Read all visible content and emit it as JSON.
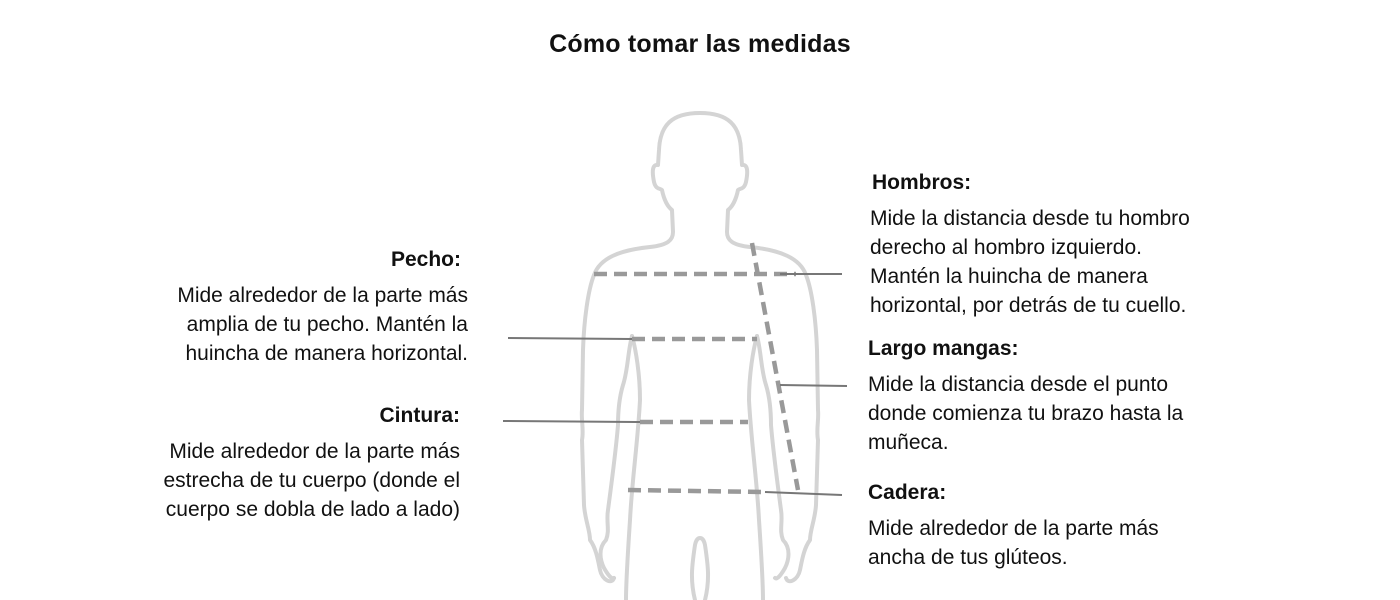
{
  "title": "Cómo tomar las medidas",
  "colors": {
    "body_outline": "#d4d4d4",
    "measure_dash": "#999999",
    "leader_line": "#777777",
    "text": "#111111"
  },
  "measurements": {
    "pecho": {
      "label": "Pecho:",
      "lines": [
        "Mide alrededor de la parte más",
        "amplia de tu pecho. Mantén la",
        "huincha de manera horizontal."
      ]
    },
    "cintura": {
      "label": "Cintura:",
      "lines": [
        "Mide alrededor de la parte más",
        "estrecha de tu cuerpo (donde el",
        "cuerpo se dobla de lado a lado)"
      ]
    },
    "hombros": {
      "label": "Hombros:",
      "lines": [
        "Mide la distancia desde tu hombro",
        "derecho al hombro izquierdo.",
        "Mantén la huincha de manera",
        "horizontal, por detrás de tu cuello."
      ]
    },
    "largo_mangas": {
      "label": "Largo mangas:",
      "lines": [
        "Mide la distancia desde el punto",
        "donde comienza tu brazo hasta la",
        "muñeca."
      ]
    },
    "cadera": {
      "label": "Cadera:",
      "lines": [
        "Mide alrededor de la parte más",
        "ancha de tus glúteos."
      ]
    }
  }
}
